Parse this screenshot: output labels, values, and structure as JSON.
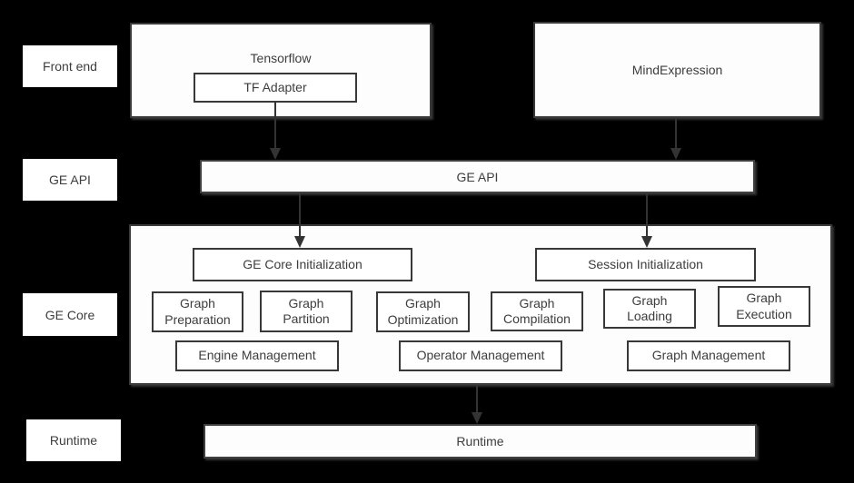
{
  "palette": {
    "background": "#000000",
    "box_fill": "#ffffff",
    "border_color": "#3a3a3a",
    "text_color": "#3d3d3d",
    "arrow_color": "#333333"
  },
  "row_labels": [
    {
      "label": "Front end"
    },
    {
      "label": "GE API"
    },
    {
      "label": "GE Core"
    },
    {
      "label": "Runtime"
    }
  ],
  "front_end": {
    "tensorflow": {
      "label": "Tensorflow",
      "adapter_label": "TF Adapter"
    },
    "mind_expression": {
      "label": "MindExpression"
    }
  },
  "ge_api_bar": {
    "label": "GE API"
  },
  "ge_core": {
    "init": [
      {
        "label": "GE Core Initialization"
      },
      {
        "label": "Session Initialization"
      }
    ],
    "modules": [
      {
        "label": "Graph Preparation"
      },
      {
        "label": "Graph Partition"
      },
      {
        "label": "Graph Optimization"
      },
      {
        "label": "Graph Compilation"
      },
      {
        "label": "Graph Loading"
      },
      {
        "label": "Graph Execution"
      }
    ],
    "management": [
      {
        "label": "Engine Management"
      },
      {
        "label": "Operator Management"
      },
      {
        "label": "Graph Management"
      }
    ]
  },
  "runtime_bar": {
    "label": "Runtime"
  }
}
